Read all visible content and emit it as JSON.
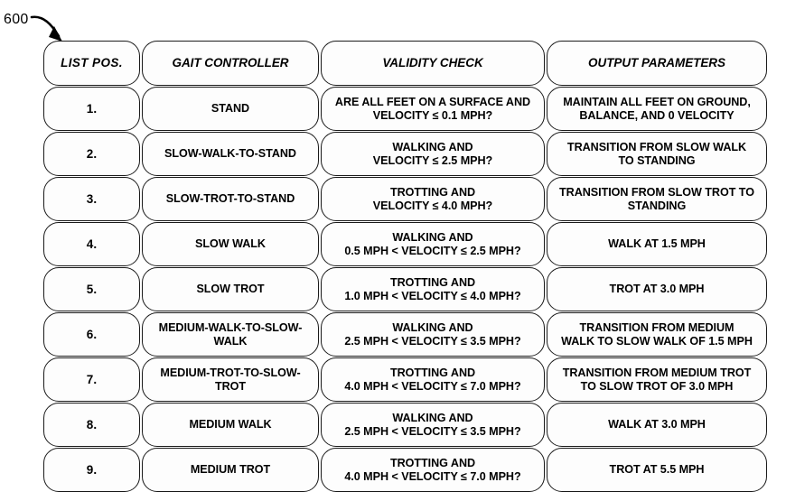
{
  "figure": {
    "reference_number": "600",
    "arrow_icon": "curved-leader-arrow"
  },
  "table": {
    "columns": [
      {
        "key": "list_pos",
        "header": "LIST POS."
      },
      {
        "key": "gait_controller",
        "header": "GAIT CONTROLLER"
      },
      {
        "key": "validity_check",
        "header": "VALIDITY CHECK"
      },
      {
        "key": "output_parameters",
        "header": "OUTPUT PARAMETERS"
      }
    ],
    "rows": [
      {
        "list_pos": "1.",
        "gait_controller": "STAND",
        "validity_check": "ARE ALL FEET ON A SURFACE AND\nVELOCITY ≤ 0.1 MPH?",
        "output_parameters": "MAINTAIN ALL FEET ON GROUND,\nBALANCE, AND 0 VELOCITY"
      },
      {
        "list_pos": "2.",
        "gait_controller": "SLOW-WALK-TO-STAND",
        "validity_check": "WALKING AND\nVELOCITY ≤ 2.5 MPH?",
        "output_parameters": "TRANSITION FROM SLOW WALK\nTO STANDING"
      },
      {
        "list_pos": "3.",
        "gait_controller": "SLOW-TROT-TO-STAND",
        "validity_check": "TROTTING AND\nVELOCITY ≤ 4.0 MPH?",
        "output_parameters": "TRANSITION FROM SLOW TROT TO\nSTANDING"
      },
      {
        "list_pos": "4.",
        "gait_controller": "SLOW WALK",
        "validity_check": "WALKING AND\n0.5 MPH < VELOCITY ≤ 2.5 MPH?",
        "output_parameters": "WALK AT 1.5 MPH"
      },
      {
        "list_pos": "5.",
        "gait_controller": "SLOW TROT",
        "validity_check": "TROTTING AND\n1.0 MPH < VELOCITY ≤ 4.0 MPH?",
        "output_parameters": "TROT AT 3.0 MPH"
      },
      {
        "list_pos": "6.",
        "gait_controller": "MEDIUM-WALK-TO-SLOW-\nWALK",
        "validity_check": "WALKING AND\n2.5 MPH < VELOCITY ≤ 3.5 MPH?",
        "output_parameters": "TRANSITION FROM MEDIUM\nWALK TO SLOW WALK OF 1.5 MPH"
      },
      {
        "list_pos": "7.",
        "gait_controller": "MEDIUM-TROT-TO-SLOW-\nTROT",
        "validity_check": "TROTTING AND\n4.0 MPH < VELOCITY ≤ 7.0 MPH?",
        "output_parameters": "TRANSITION FROM MEDIUM TROT\nTO SLOW TROT OF 3.0 MPH"
      },
      {
        "list_pos": "8.",
        "gait_controller": "MEDIUM WALK",
        "validity_check": "WALKING AND\n2.5 MPH < VELOCITY ≤ 3.5 MPH?",
        "output_parameters": "WALK AT 3.0 MPH"
      },
      {
        "list_pos": "9.",
        "gait_controller": "MEDIUM TROT",
        "validity_check": "TROTTING AND\n4.0 MPH < VELOCITY ≤ 7.0 MPH?",
        "output_parameters": "TROT AT 5.5 MPH"
      }
    ]
  },
  "colors": {
    "border": "#1a1a1a",
    "cell_fill": "#fdfdfd",
    "text": "#000000",
    "background": "#ffffff"
  }
}
